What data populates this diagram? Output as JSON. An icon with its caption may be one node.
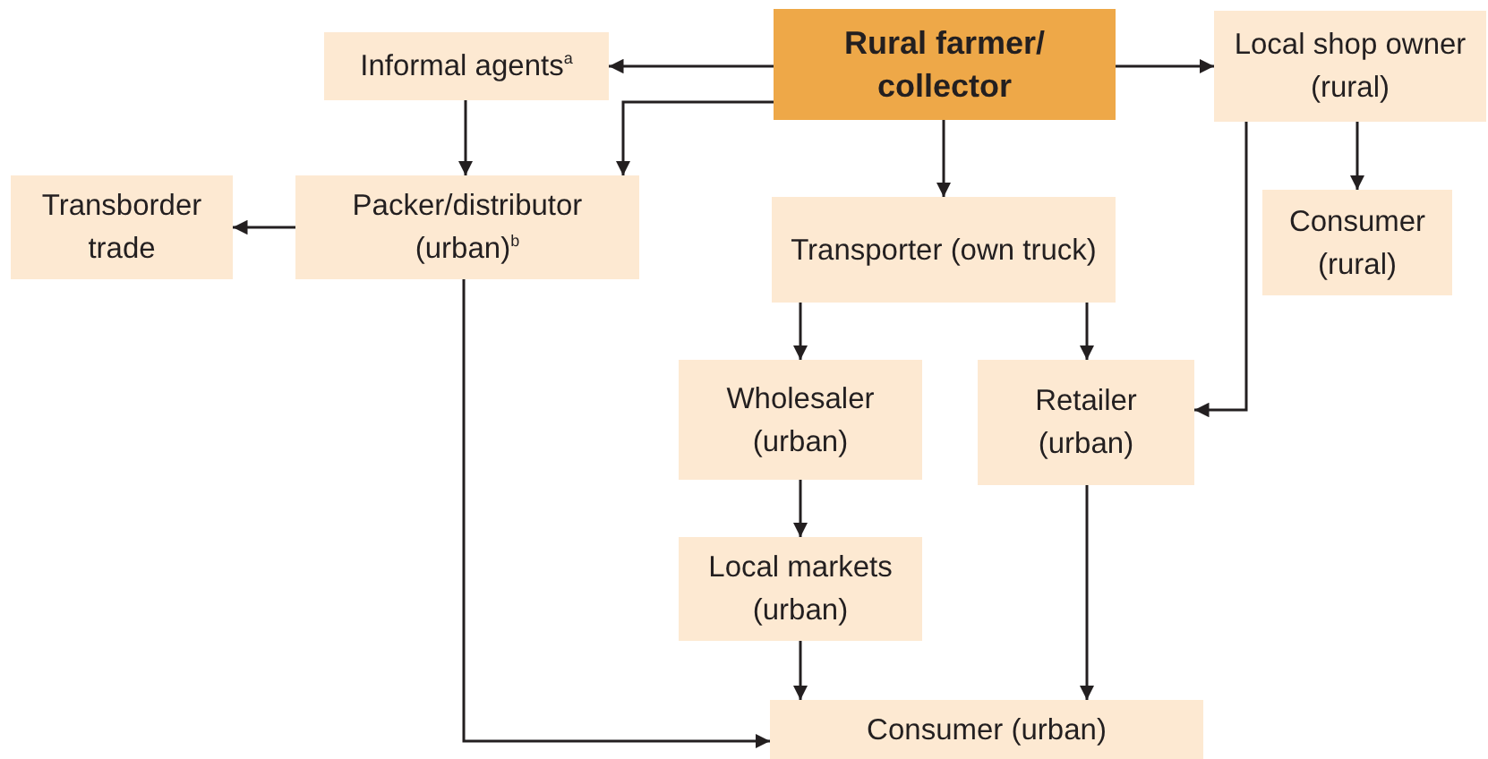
{
  "diagram": {
    "nodes": [
      {
        "text": [
          "Rural farmer/ collector"
        ]
      },
      {
        "text": [
          "Informal agents$^{a}$"
        ]
      },
      {
        "text": [
          "Local shop owner (rural)"
        ]
      },
      {
        "text": [
          "Transborder trade"
        ]
      },
      {
        "text": [
          "Packer/distributor (urban)$^{b}$"
        ]
      },
      {
        "text": [
          "Transporter (own truck)"
        ]
      },
      {
        "text": [
          "Consumer (rural)"
        ]
      },
      {
        "text": [
          "Wholesaler (urban)"
        ]
      },
      {
        "text": [
          "Retailer (urban)"
        ]
      },
      {
        "text": [
          "Local markets (urban)"
        ]
      },
      {
        "text": [
          "Consumer (urban)"
        ]
      }
    ],
    "edges": [
      {
        "from": 0,
        "to": 1,
        "arrow": "to"
      },
      {
        "from": 0,
        "to": 4,
        "arrow": "to"
      },
      {
        "from": 0,
        "to": 2,
        "arrow": "to"
      },
      {
        "from": 0,
        "to": 5,
        "arrow": "to"
      },
      {
        "from": 1,
        "to": 4,
        "arrow": "to"
      },
      {
        "from": 4,
        "to": 3,
        "arrow": "to"
      },
      {
        "from": 2,
        "to": 6,
        "arrow": "to"
      },
      {
        "from": 2,
        "to": 8,
        "arrow": "to"
      },
      {
        "from": 5,
        "to": 7,
        "arrow": "to"
      },
      {
        "from": 5,
        "to": 8,
        "arrow": "to"
      },
      {
        "from": 7,
        "to": 9,
        "arrow": "to"
      },
      {
        "from": 9,
        "to": 10,
        "arrow": "to"
      },
      {
        "from": 8,
        "to": 10,
        "arrow": "to"
      },
      {
        "from": 4,
        "to": 10,
        "arrow": "to"
      }
    ]
  }
}
